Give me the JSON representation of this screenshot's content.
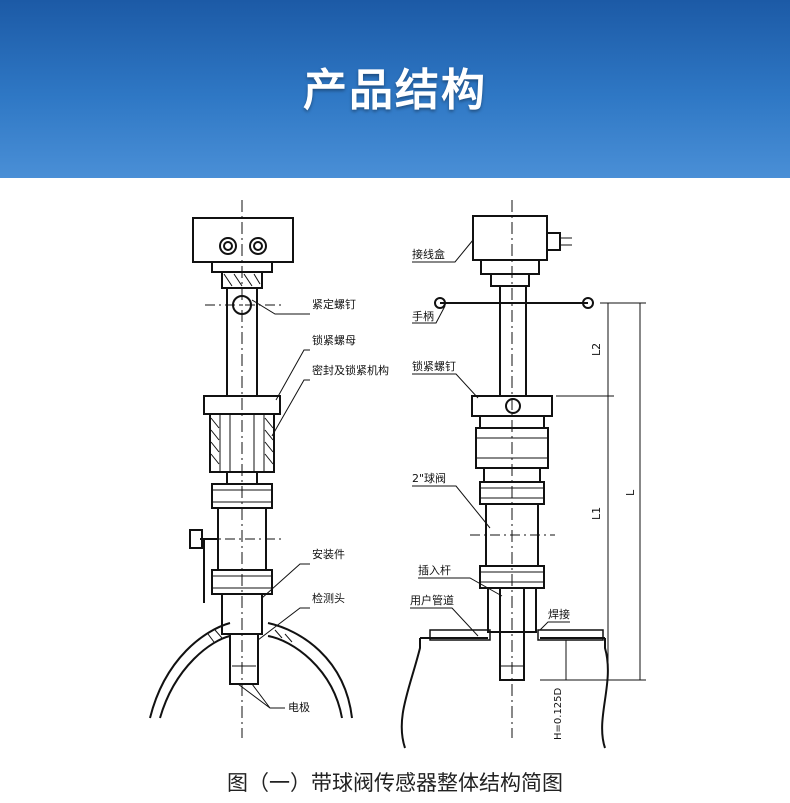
{
  "header": {
    "title": "产品结构"
  },
  "left_labels": {
    "set_screw": "紧定螺钉",
    "lock_nut": "锁紧螺母",
    "seal_lock": "密封及锁紧机构",
    "mount": "安装件",
    "probe_head": "检测头",
    "electrode": "电极"
  },
  "right_labels": {
    "junction_box": "接线盒",
    "handle": "手柄",
    "lock_screw": "锁紧螺钉",
    "ball_valve": "2\"球阀",
    "insert_rod": "插入杆",
    "user_pipe": "用户管道",
    "weld": "焊接"
  },
  "dimensions": {
    "l2": "L2",
    "l1": "L1",
    "l": "L",
    "h": "H=0.125D"
  },
  "caption": "图（一）带球阀传感器整体结构简图"
}
